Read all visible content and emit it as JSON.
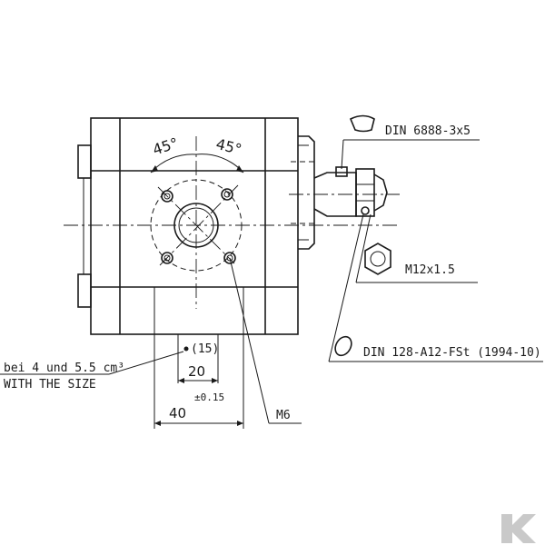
{
  "drawing": {
    "angle_left": "45°",
    "angle_right": "45°",
    "key_label": "DIN 6888-3x5",
    "nut_label": "M12x1.5",
    "washer_label": "DIN 128-A12-FSt (1994-10)",
    "port_label": "(15)",
    "dim_20": "20",
    "dim_tol": "±0.15",
    "dim_40": "40",
    "thread_label": "M6",
    "note_line1": "bei 4 und 5.5 cm³",
    "note_line2": "WITH THE SIZE"
  },
  "logo": {
    "letter": "K"
  }
}
